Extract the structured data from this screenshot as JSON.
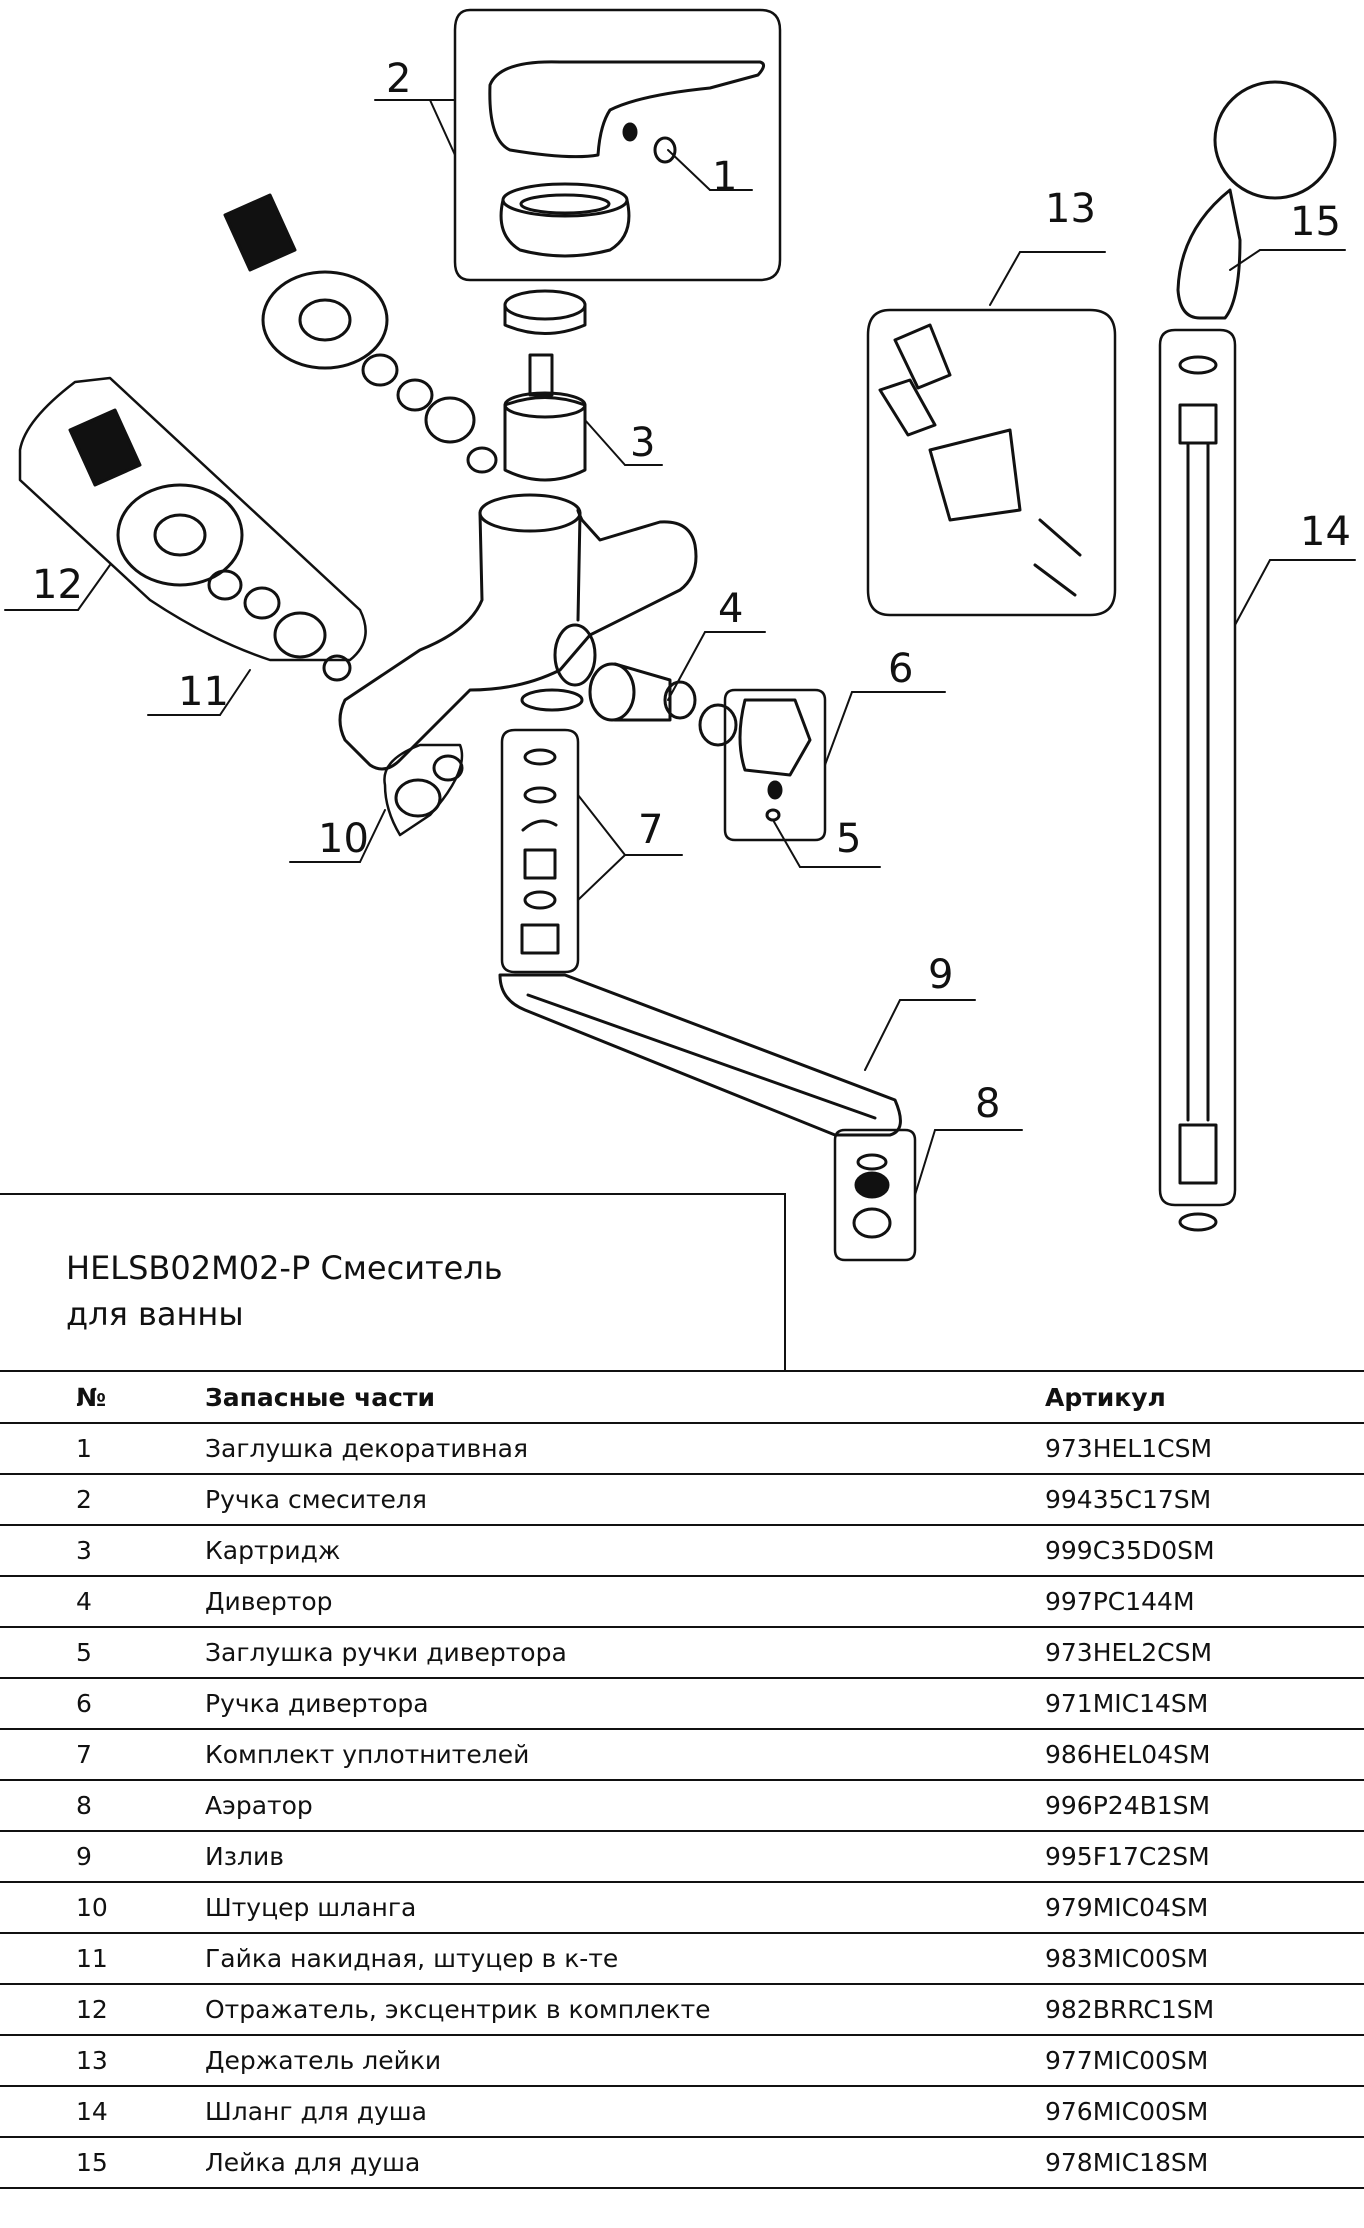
{
  "title": {
    "line1": "HELSB02M02-P Смеситель",
    "line2": "для ванны"
  },
  "table": {
    "headers": [
      "№",
      "Запасные части",
      "Артикул"
    ],
    "rows": [
      {
        "num": "1",
        "name": "Заглушка декоративная",
        "article": "973HEL1CSM"
      },
      {
        "num": "2",
        "name": "Ручка смесителя",
        "article": "99435C17SM"
      },
      {
        "num": "3",
        "name": "Картридж",
        "article": "999C35D0SM"
      },
      {
        "num": "4",
        "name": "Дивертор",
        "article": "997PC144M"
      },
      {
        "num": "5",
        "name": "Заглушка ручки дивертора",
        "article": "973HEL2CSM"
      },
      {
        "num": "6",
        "name": "Ручка дивертора",
        "article": "971MIC14SM"
      },
      {
        "num": "7",
        "name": "Комплект уплотнителей",
        "article": "986HEL04SM"
      },
      {
        "num": "8",
        "name": "Аэратор",
        "article": "996P24B1SM"
      },
      {
        "num": "9",
        "name": "Излив",
        "article": "995F17C2SM"
      },
      {
        "num": "10",
        "name": "Штуцер шланга",
        "article": "979MIC04SM"
      },
      {
        "num": "11",
        "name": "Гайка накидная, штуцер в к-те",
        "article": "983MIC00SM"
      },
      {
        "num": "12",
        "name": "Отражатель, эксцентрик в комплекте",
        "article": "982BRRC1SM"
      },
      {
        "num": "13",
        "name": "Держатель лейки",
        "article": "977MIC00SM"
      },
      {
        "num": "14",
        "name": "Шланг для душа",
        "article": "976MIC00SM"
      },
      {
        "num": "15",
        "name": "Лейка для душа",
        "article": "978MIC18SM"
      }
    ]
  },
  "callouts": [
    "1",
    "2",
    "3",
    "4",
    "5",
    "6",
    "7",
    "8",
    "9",
    "10",
    "11",
    "12",
    "13",
    "14",
    "15"
  ]
}
